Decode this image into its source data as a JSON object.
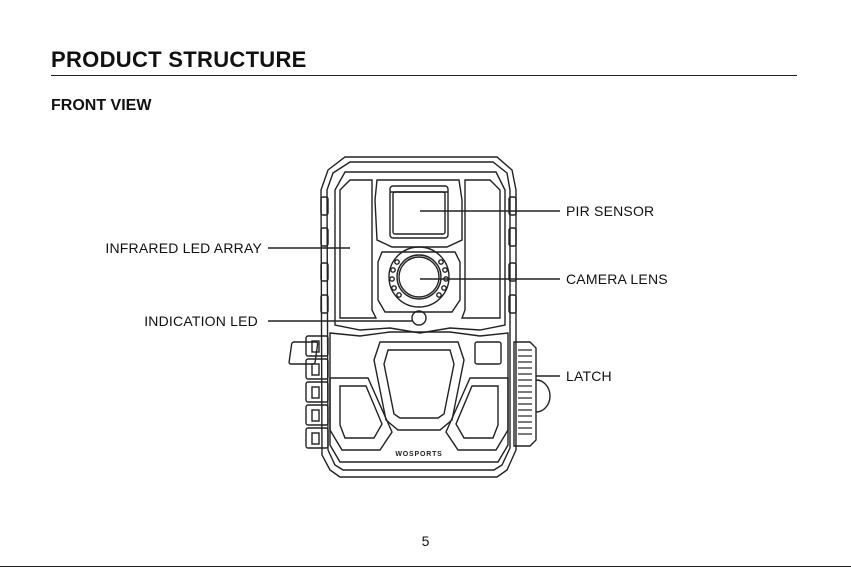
{
  "page": {
    "title": "PRODUCT STRUCTURE",
    "subtitle": "FRONT VIEW",
    "page_number": "5"
  },
  "diagram": {
    "brand": "WOSPORTS",
    "callouts": {
      "pir_sensor": "PIR SENSOR",
      "infrared_led_array": "INFRARED LED ARRAY",
      "camera_lens": "CAMERA LENS",
      "indication_led": "INDICATION LED",
      "latch": "LATCH"
    }
  }
}
